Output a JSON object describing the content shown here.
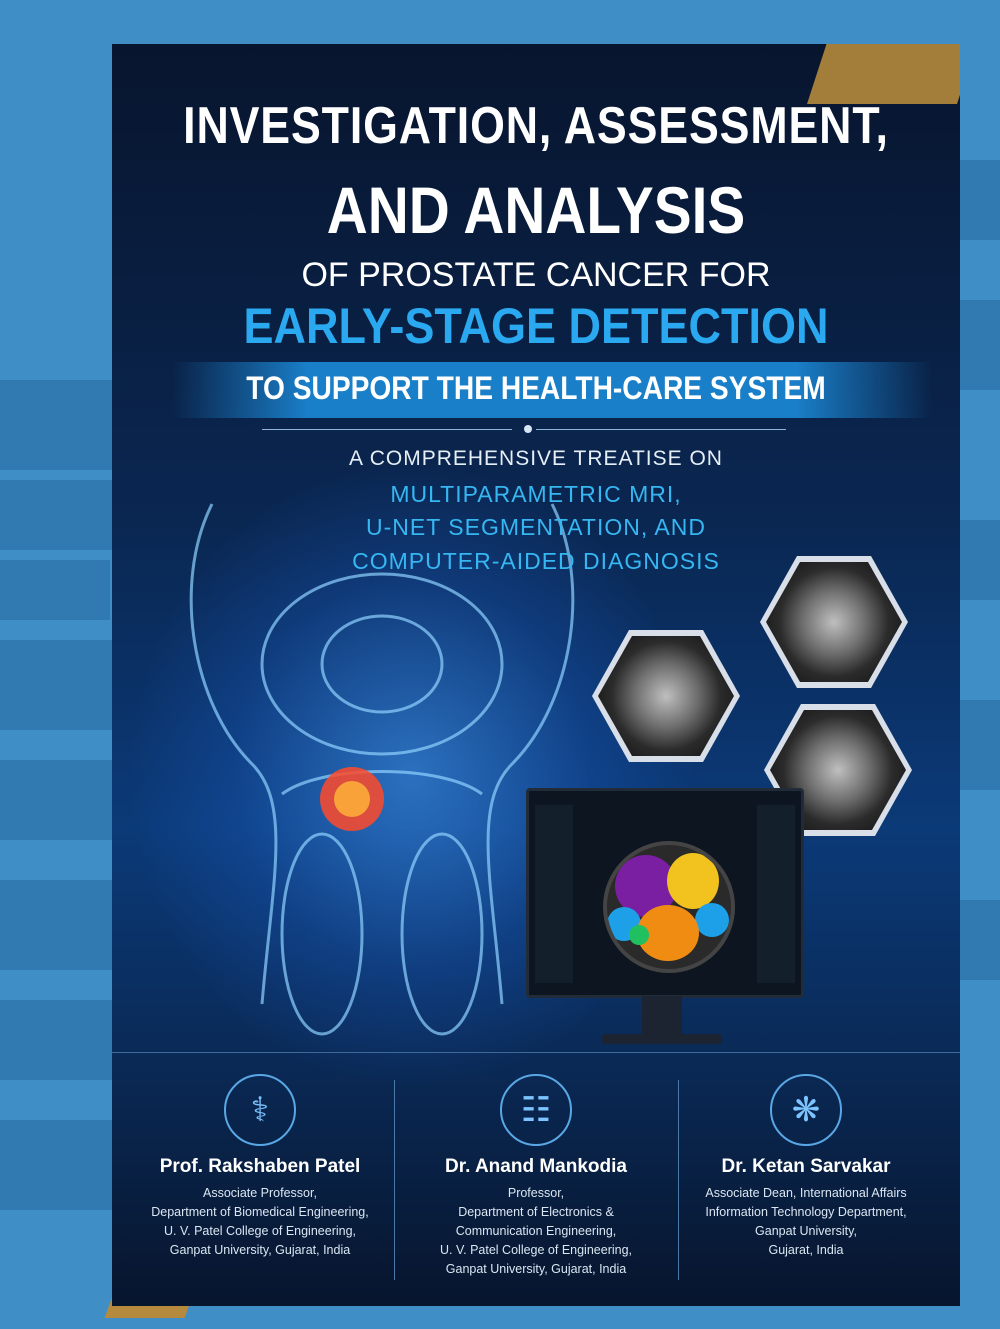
{
  "title": {
    "line1": "INVESTIGATION, ASSESSMENT,",
    "line2": "AND ANALYSIS",
    "line3": "OF PROSTATE CANCER FOR",
    "line4": "EARLY-STAGE DETECTION",
    "line5": "TO SUPPORT THE HEALTH-CARE SYSTEM"
  },
  "subtitle": {
    "line1": "A COMPREHENSIVE TREATISE ON",
    "line2": "MULTIPARAMETRIC MRI,",
    "line3": "U-NET SEGMENTATION, AND",
    "line4": "COMPUTER-AIDED DIAGNOSIS"
  },
  "authors": [
    {
      "icon": "caduceus-icon",
      "name": "Prof. Rakshaben Patel",
      "affiliation": [
        "Associate Professor,",
        "Department of Biomedical Engineering,",
        "U. V. Patel College of Engineering,",
        "Ganpat University, Gujarat, India"
      ]
    },
    {
      "icon": "chip-icon",
      "name": "Dr. Anand Mankodia",
      "affiliation": [
        "Professor,",
        "Department of Electronics &",
        "Communication Engineering,",
        "U. V. Patel College of Engineering,",
        "Ganpat University, Gujarat, India"
      ]
    },
    {
      "icon": "brain-icon",
      "name": "Dr. Ketan Sarvakar",
      "affiliation": [
        "Associate Dean, International Affairs",
        "Information Technology Department,",
        "Ganpat University,",
        "Gujarat, India"
      ]
    }
  ],
  "colors": {
    "background": "#3f8fc6",
    "cover": "#0a2752",
    "accent_blue": "#2aa8f0",
    "gold": "#b58a3c"
  }
}
